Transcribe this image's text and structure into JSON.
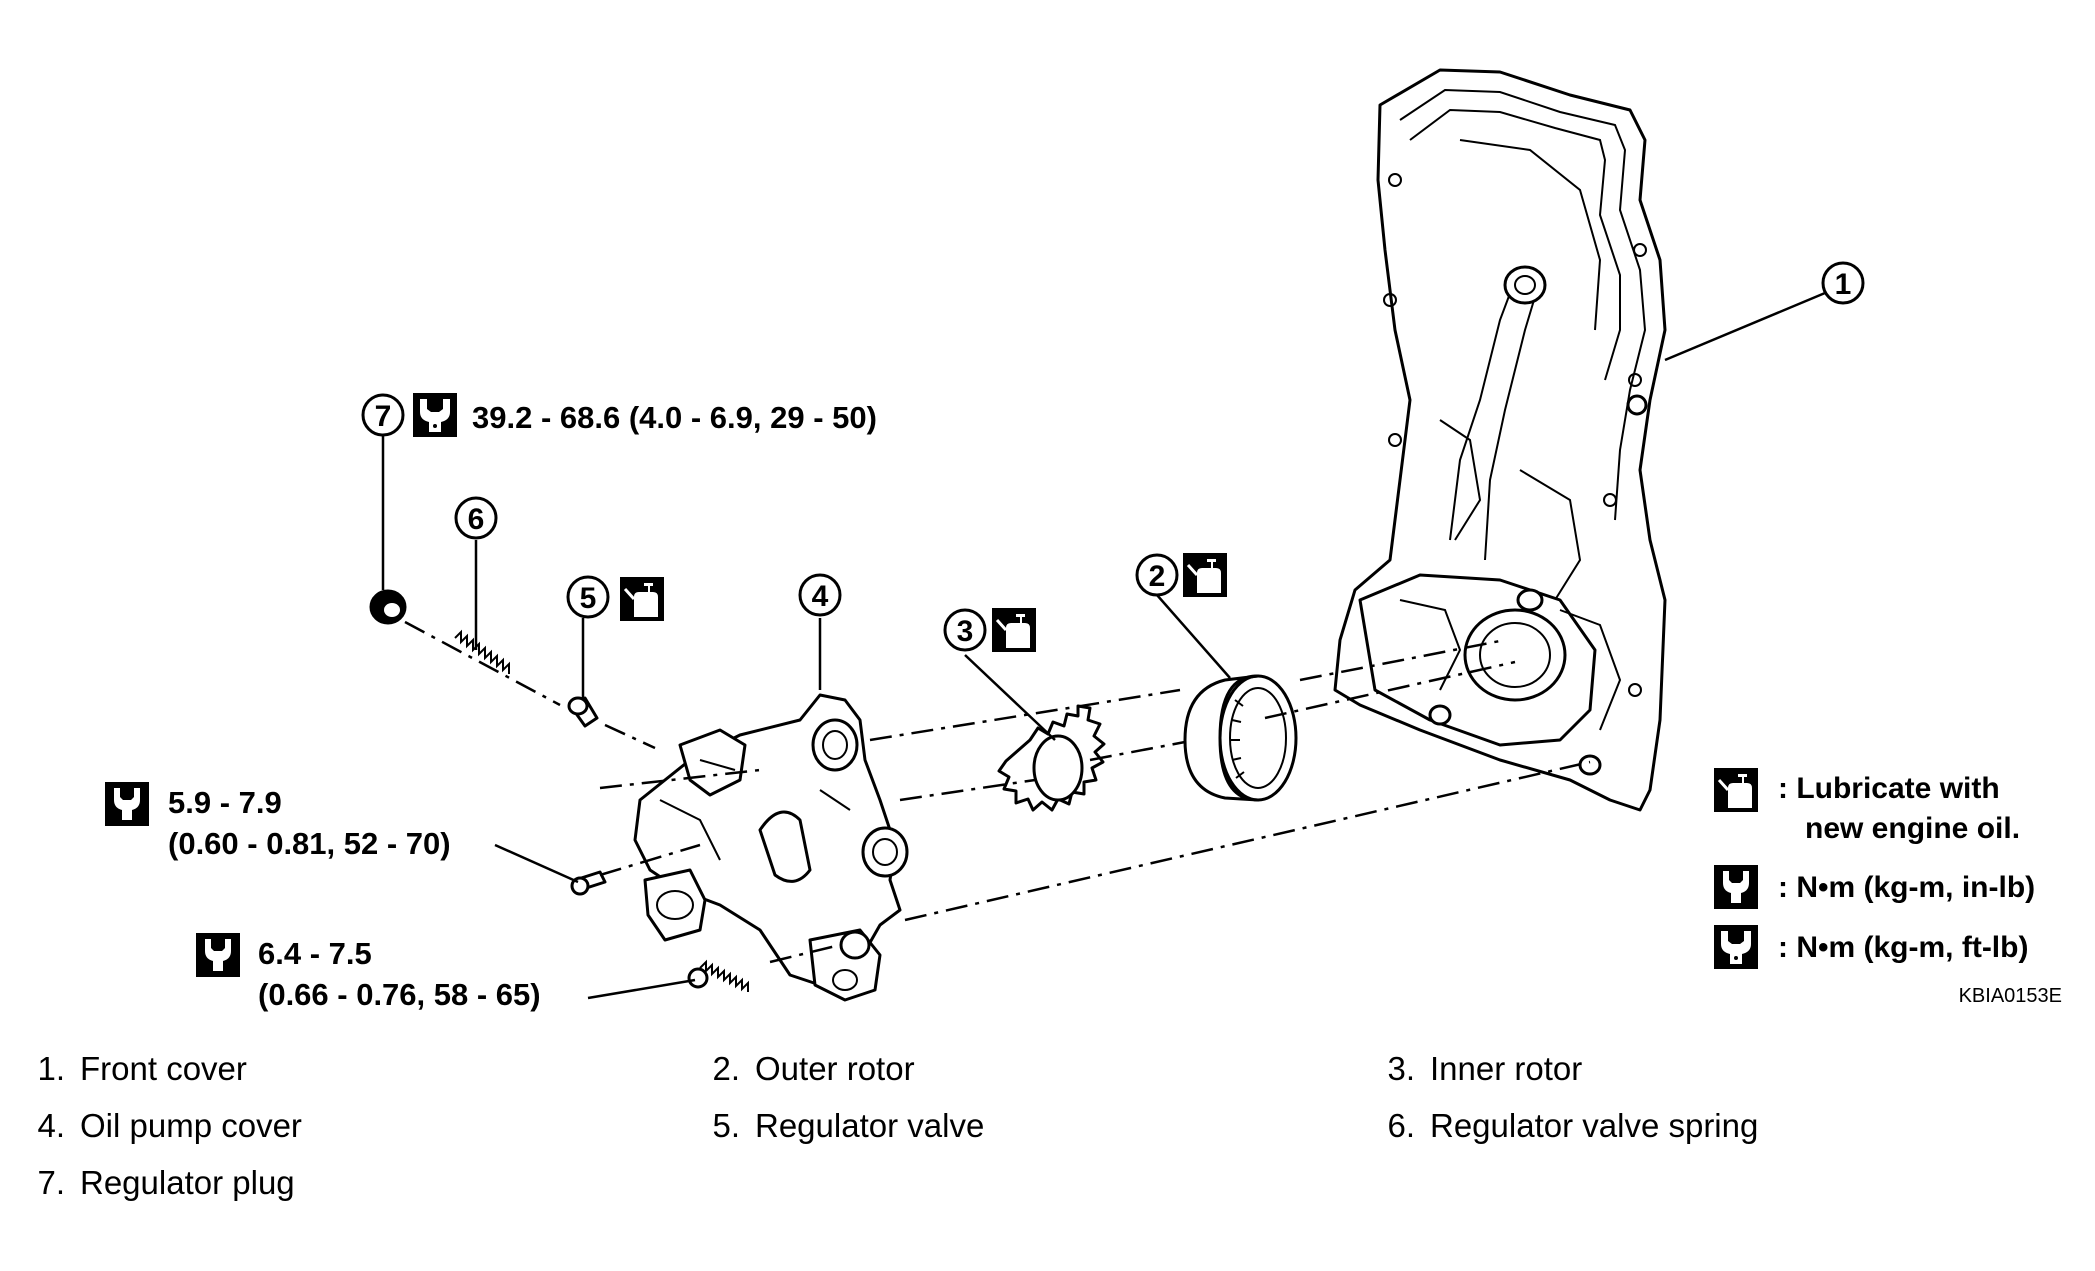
{
  "callouts": {
    "c1": "1",
    "c2": "2",
    "c3": "3",
    "c4": "4",
    "c5": "5",
    "c6": "6",
    "c7": "7"
  },
  "specs": {
    "plug_torque": "39.2 - 68.6 (4.0 - 6.9, 29 - 50)",
    "bolt_small_line1": "5.9 - 7.9",
    "bolt_small_line2": "(0.60 - 0.81, 52 - 70)",
    "bolt_long_line1": "6.4 - 7.5",
    "bolt_long_line2": "(0.66 - 0.76, 58 - 65)"
  },
  "legend": {
    "lubricate_line1": ": Lubricate with",
    "lubricate_line2": "new engine oil.",
    "nm_inlb": ": N•m  (kg-m,  in-lb)",
    "nm_ftlb": ": N•m  (kg-m,  ft-lb)"
  },
  "figure_code": "KBIA0153E",
  "parts_list": [
    {
      "num": "1.",
      "name": "Front cover"
    },
    {
      "num": "2.",
      "name": "Outer rotor"
    },
    {
      "num": "3.",
      "name": "Inner rotor"
    },
    {
      "num": "4.",
      "name": "Oil pump cover"
    },
    {
      "num": "5.",
      "name": "Regulator valve"
    },
    {
      "num": "6.",
      "name": "Regulator valve spring"
    },
    {
      "num": "7.",
      "name": "Regulator plug"
    }
  ],
  "icons": {
    "oil_can": "oil-can-icon",
    "torque_inlb": "torque-wrench-inlb-icon",
    "torque_ftlb": "torque-wrench-ftlb-icon"
  }
}
